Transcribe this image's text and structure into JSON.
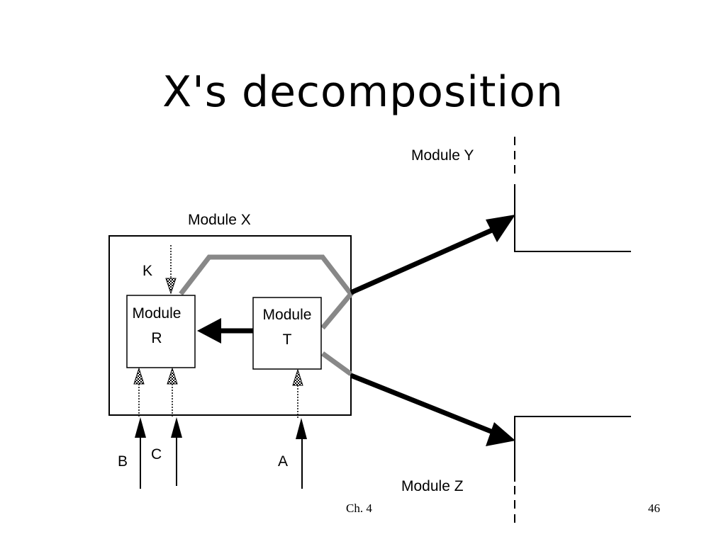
{
  "slide": {
    "title": "X's decomposition",
    "footer_center": "Ch. 4",
    "page_number": "46"
  },
  "diagram": {
    "module_x": "Module  X",
    "module_y": "Module   Y",
    "module_z": "Module   Z",
    "module_r": {
      "line1": "Module",
      "line2": "R"
    },
    "module_t": {
      "line1": "Module",
      "line2": "T"
    },
    "inputs": {
      "k": "K",
      "b": "B",
      "c": "C",
      "a": "A"
    }
  }
}
